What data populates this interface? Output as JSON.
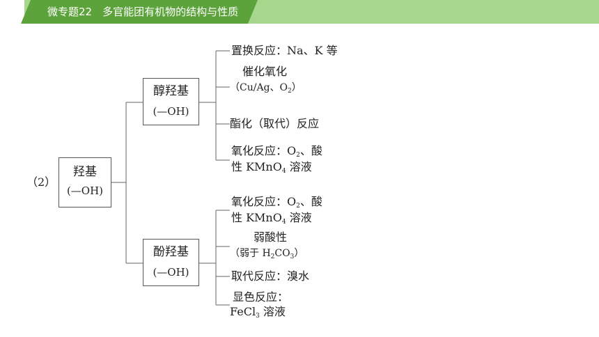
{
  "header": {
    "title": "微专题22　多官能团有机物的结构与性质",
    "tab_color": "#5da33c",
    "bar_color": "#a6d78d"
  },
  "diagram": {
    "index_label": "（2）",
    "root": {
      "name": "羟基",
      "formula": "(—OH)"
    },
    "alcohol": {
      "name": "醇羟基",
      "formula": "(—OH)",
      "items": {
        "replacement": "置换反应：Na、K 等",
        "catalytic_oxidation": "催化氧化",
        "catalytic_cond_pre": "（Cu/Ag、O",
        "catalytic_cond_sub": "2",
        "catalytic_cond_post": "）",
        "esterification": "酯化（取代）反应",
        "oxidation_line1_pre": "氧化反应：O",
        "oxidation_line1_sub": "2",
        "oxidation_line1_post": "、酸",
        "oxidation_line2_pre": "性 KMnO",
        "oxidation_line2_sub": "4",
        "oxidation_line2_post": " 溶液"
      }
    },
    "phenol": {
      "name": "酚羟基",
      "formula": "(—OH)",
      "items": {
        "oxidation_line1_pre": "氧化反应：O",
        "oxidation_line1_sub": "2",
        "oxidation_line1_post": "、酸",
        "oxidation_line2_pre": "性 KMnO",
        "oxidation_line2_sub": "4",
        "oxidation_line2_post": " 溶液",
        "weak_acid": "弱酸性",
        "weak_acid_cond_pre": "（弱于 H",
        "weak_acid_cond_sub1": "2",
        "weak_acid_cond_mid": "CO",
        "weak_acid_cond_sub2": "3",
        "weak_acid_cond_post": "）",
        "substitution": "取代反应：溴水",
        "color_reaction": "显色反应：",
        "color_reagent_pre": "FeCl",
        "color_reagent_sub": "3",
        "color_reagent_post": " 溶液"
      }
    }
  }
}
